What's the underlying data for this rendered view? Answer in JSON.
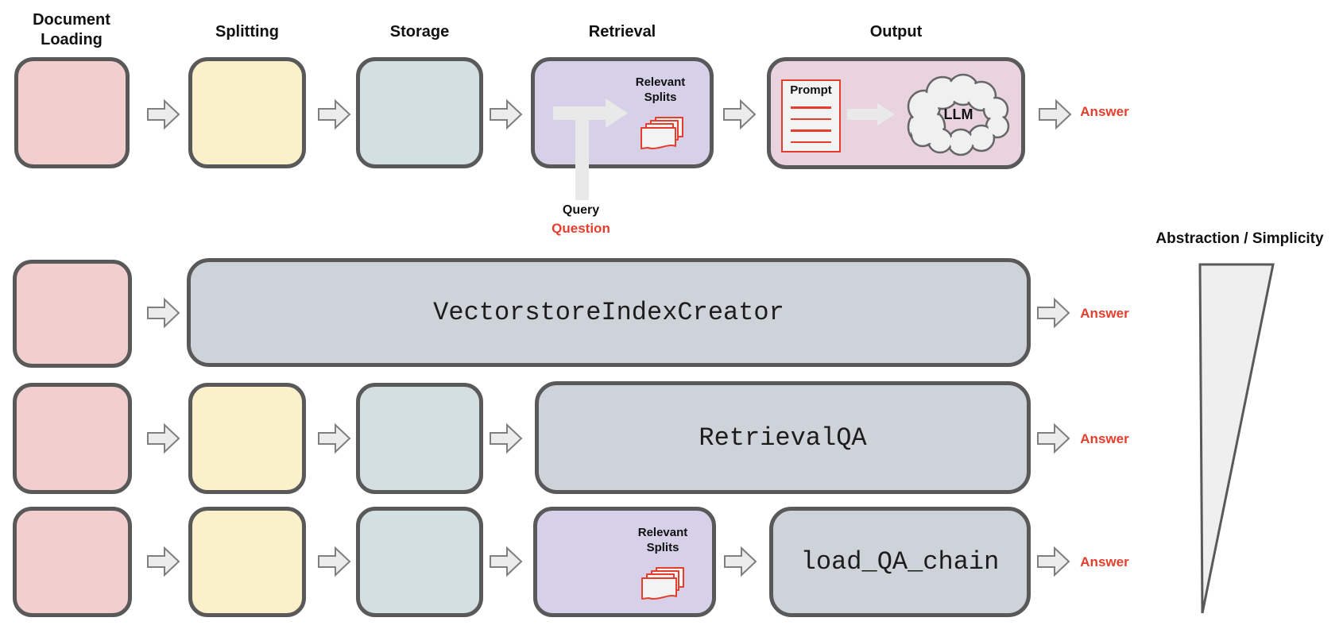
{
  "colors": {
    "box_border": "#595959",
    "pink": "#f2cece",
    "yellow": "#faf0ca",
    "blue_gray": "#d3dfe0",
    "purple": "#d6d1e8",
    "mauve": "#e9d3df",
    "code_gray": "#ced3d9",
    "accent_red": "#e53e2d",
    "arrow_fill": "#ececec",
    "arrow_stroke": "#7f7f7f",
    "soft_arrow": "#e9e9e9"
  },
  "pipeline": {
    "stages": [
      {
        "label": "Document Loading"
      },
      {
        "label": "Splitting"
      },
      {
        "label": "Storage"
      },
      {
        "label": "Retrieval"
      },
      {
        "label": "Output"
      }
    ],
    "retrieval_box": {
      "relevant_splits": "Relevant Splits",
      "query": "Query",
      "question": "Question"
    },
    "output_box": {
      "prompt": "Prompt",
      "llm": "LLM"
    },
    "answer": "Answer"
  },
  "abstraction_rows": {
    "row1": {
      "code": "VectorstoreIndexCreator",
      "answer": "Answer"
    },
    "row2": {
      "code": "RetrievalQA",
      "answer": "Answer"
    },
    "row3": {
      "code": "load_QA_chain",
      "relevant_splits": "Relevant Splits",
      "answer": "Answer"
    }
  },
  "axis": {
    "label": "Abstraction / Simplicity"
  }
}
